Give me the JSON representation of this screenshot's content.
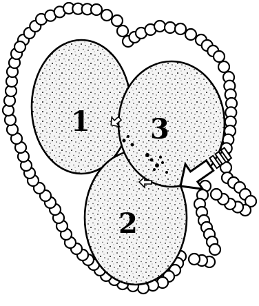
{
  "diagram": {
    "labels": {
      "cell_1": "1",
      "cell_2": "2",
      "cell_3": "3"
    },
    "colors": {
      "ink": "#000000",
      "paper": "#ffffff"
    },
    "elements": {
      "cells": [
        "cell-1",
        "cell-2",
        "cell-3"
      ],
      "outline": "bead-chain",
      "pointer": "arrow-icon",
      "markers": [
        "small-arrow-icon-left",
        "small-arrow-icon-right"
      ]
    }
  }
}
